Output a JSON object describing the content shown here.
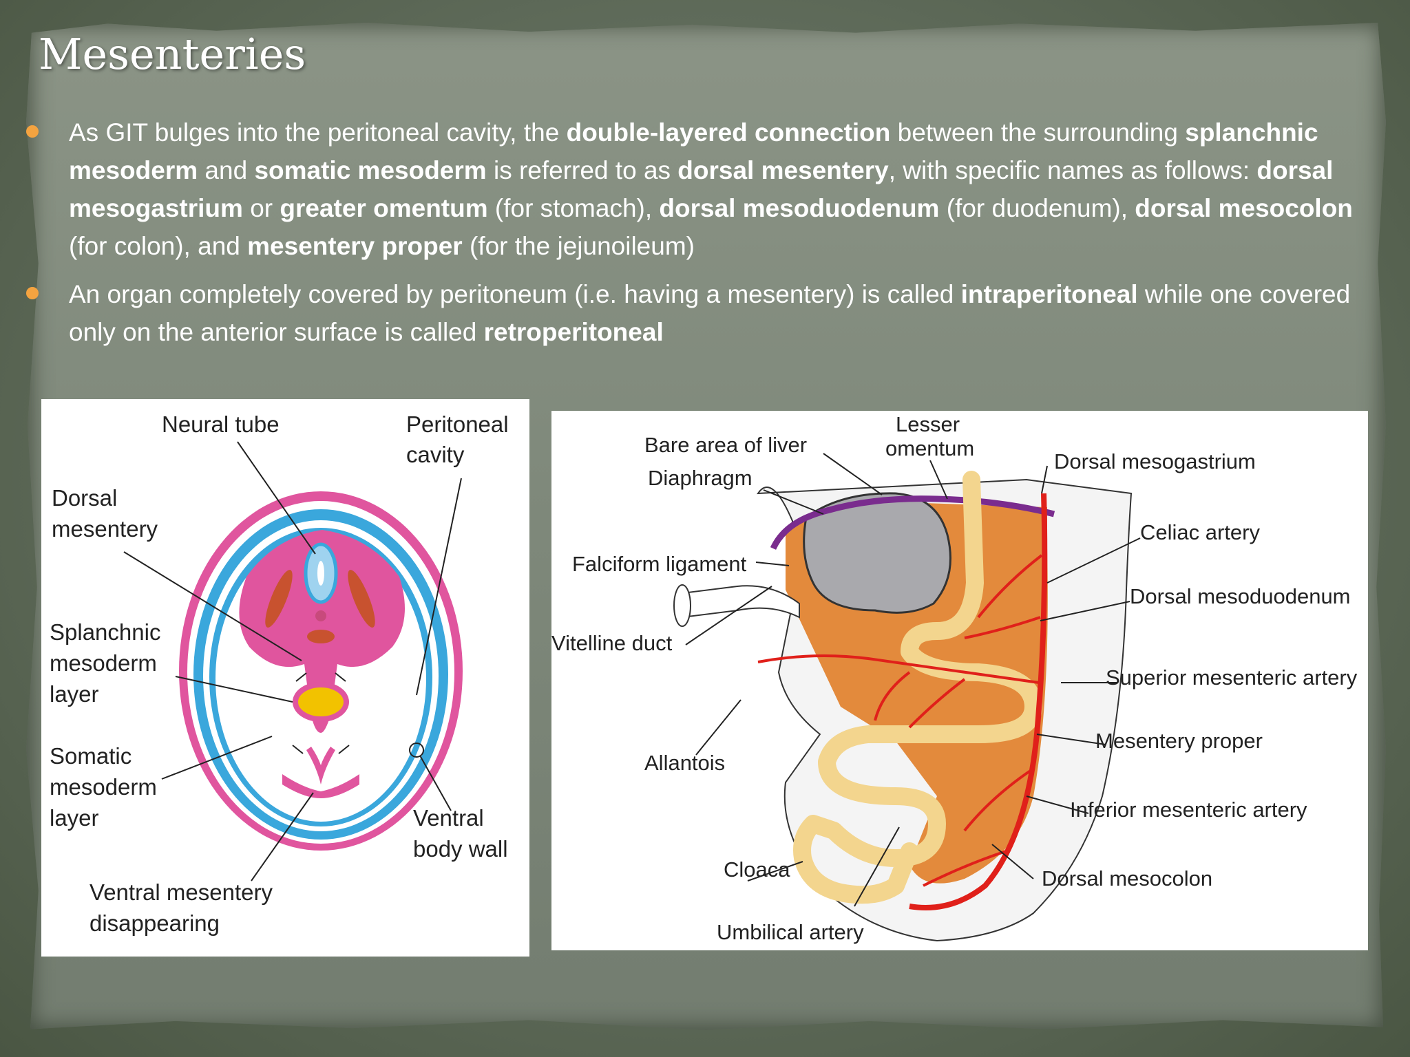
{
  "title": "Mesenteries",
  "bullets": [
    {
      "segments": [
        {
          "t": "As GIT bulges into the peritoneal cavity, the ",
          "b": false
        },
        {
          "t": "double-layered connection",
          "b": true
        },
        {
          "t": " between the surrounding ",
          "b": false
        },
        {
          "t": "splanchnic mesoderm",
          "b": true
        },
        {
          "t": " and ",
          "b": false
        },
        {
          "t": "somatic mesoderm",
          "b": true
        },
        {
          "t": " is referred to as ",
          "b": false
        },
        {
          "t": "dorsal mesentery",
          "b": true
        },
        {
          "t": ", with specific names as follows: ",
          "b": false
        },
        {
          "t": "dorsal mesogastrium",
          "b": true
        },
        {
          "t": " or ",
          "b": false
        },
        {
          "t": "greater omentum",
          "b": true
        },
        {
          "t": " (for stomach), ",
          "b": false
        },
        {
          "t": "dorsal mesoduodenum",
          "b": true
        },
        {
          "t": " (for duodenum), ",
          "b": false
        },
        {
          "t": "dorsal mesocolon",
          "b": true
        },
        {
          "t": " (for colon), and ",
          "b": false
        },
        {
          "t": "mesentery proper",
          "b": true
        },
        {
          "t": " (for the jejunoileum)",
          "b": false
        }
      ]
    },
    {
      "segments": [
        {
          "t": "An organ completely covered by peritoneum (i.e. having a mesentery) is called ",
          "b": false
        },
        {
          "t": "intraperitoneal",
          "b": true
        },
        {
          "t": " while one covered only on the anterior surface is called ",
          "b": false
        },
        {
          "t": "retroperitoneal",
          "b": true
        }
      ]
    }
  ],
  "figure_left": {
    "neural_tube": "Neural tube",
    "peritoneal_cavity_1": "Peritoneal",
    "peritoneal_cavity_2": "cavity",
    "dorsal_mesentery_1": "Dorsal",
    "dorsal_mesentery_2": "mesentery",
    "splanchnic_1": "Splanchnic",
    "splanchnic_2": "mesoderm",
    "splanchnic_3": "layer",
    "somatic_1": "Somatic",
    "somatic_2": "mesoderm",
    "somatic_3": "layer",
    "ventral_body_wall_1": "Ventral",
    "ventral_body_wall_2": "body wall",
    "ventral_mesentery_1": "Ventral mesentery",
    "ventral_mesentery_2": "disappearing"
  },
  "figure_right": {
    "bare_area": "Bare area of liver",
    "lesser_omentum_1": "Lesser",
    "lesser_omentum_2": "omentum",
    "diaphragm": "Diaphragm",
    "falciform": "Falciform ligament",
    "vitelline": "Vitelline duct",
    "allantois": "Allantois",
    "cloaca": "Cloaca",
    "umbilical": "Umbilical artery",
    "dorsal_mesogastrium": "Dorsal mesogastrium",
    "celiac": "Celiac artery",
    "dorsal_mesoduodenum": "Dorsal mesoduodenum",
    "sma": "Superior mesenteric artery",
    "mesentery_proper": "Mesentery proper",
    "ima": "Inferior mesenteric artery",
    "dorsal_mesocolon": "Dorsal mesocolon"
  },
  "colors": {
    "bullet": "#f4a340",
    "pink": "#e0559e",
    "blue": "#3aa7dc",
    "artery": "#e0201a",
    "mesentery": "#e38a3c",
    "gut": "#f3d58e",
    "liver": "#a9a9ad",
    "diaphragm": "#7a2c8e"
  }
}
